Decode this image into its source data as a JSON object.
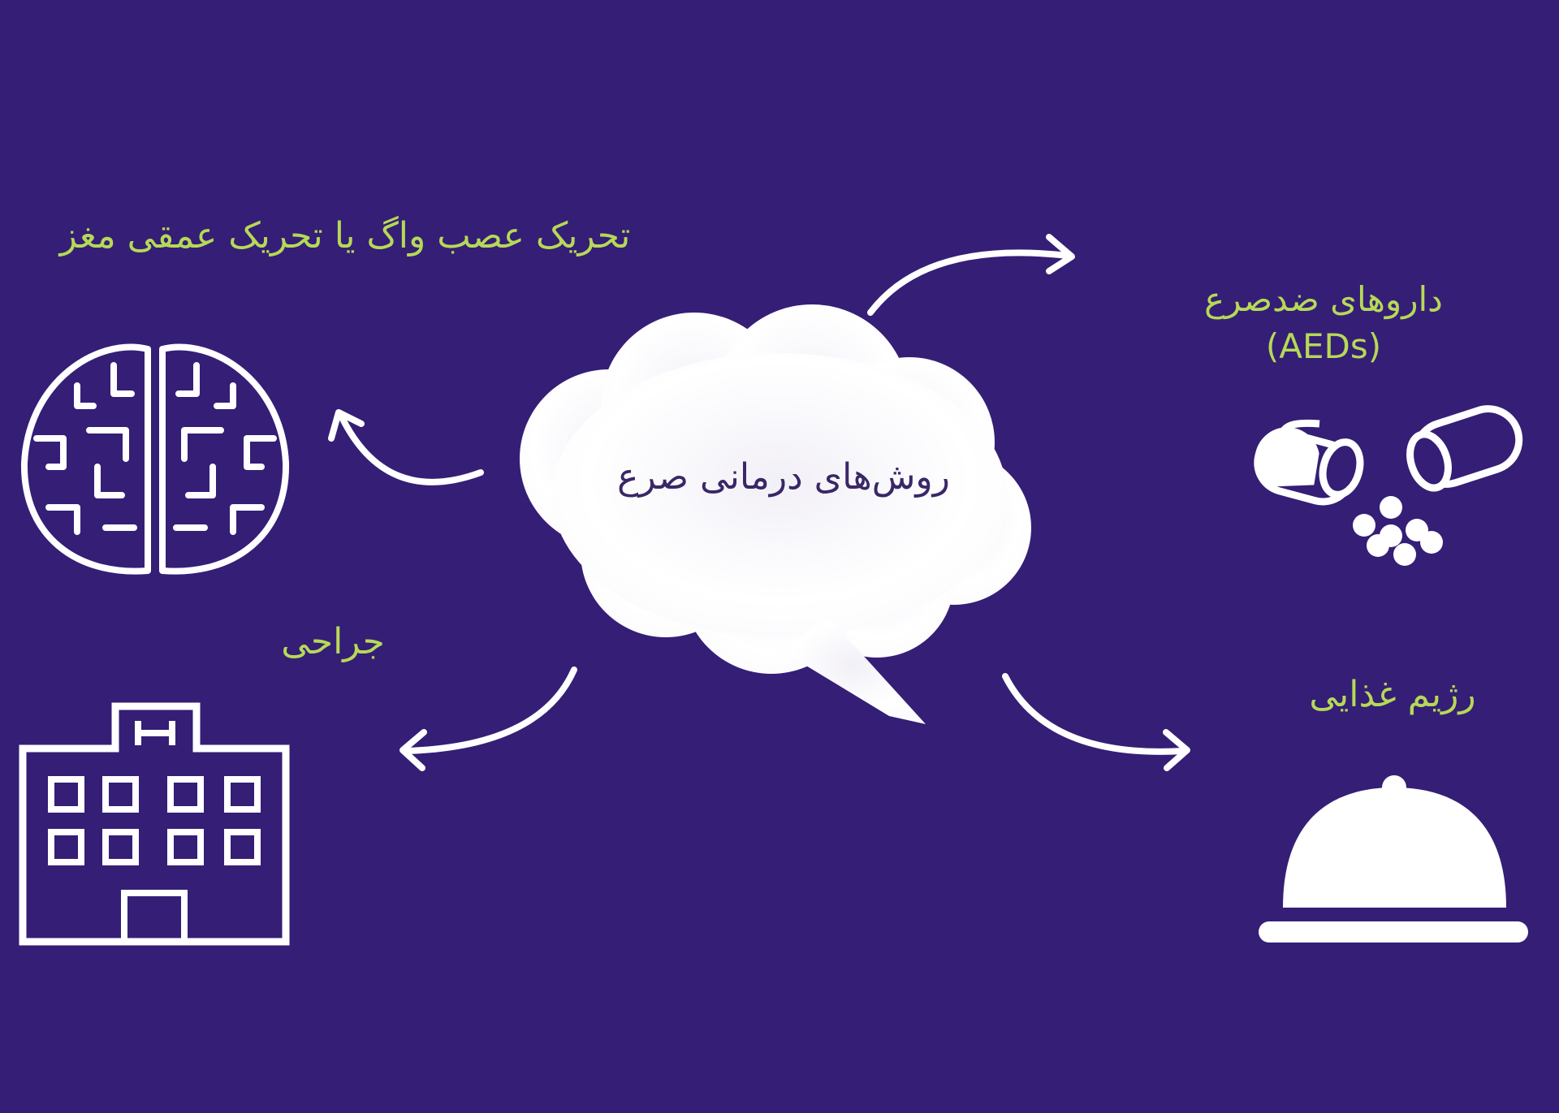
{
  "center": {
    "label": "روش‌های درمانی صرع"
  },
  "treatments": {
    "stimulation": {
      "label": "تحریک عصب واگ یا تحریک عمقی مغز",
      "icon": "brain-hemispheres-icon"
    },
    "drugs": {
      "label_line1": "داروهای ضدصرع",
      "label_line2": "(AEDs)",
      "icon": "open-capsule-pills-icon"
    },
    "surgery": {
      "label": "جراحی",
      "icon": "hospital-building-icon"
    },
    "diet": {
      "label": "رژیم غذایی",
      "icon": "food-cloche-icon"
    }
  },
  "colors": {
    "background": "#351e76",
    "label": "#b6d957",
    "icon": "#ffffff",
    "center_text": "#3a2766"
  }
}
